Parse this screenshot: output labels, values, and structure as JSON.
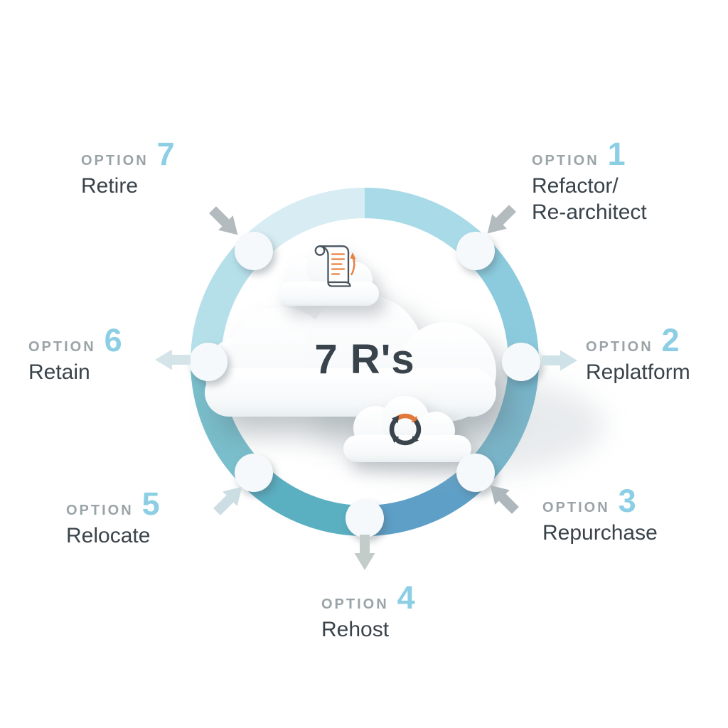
{
  "center": {
    "title": "7 R's"
  },
  "options": [
    {
      "prefix": "OPTION",
      "number": "1",
      "name_lines": [
        "Refactor/",
        "Re-architect"
      ],
      "arrow_color": "#b3bbbe"
    },
    {
      "prefix": "OPTION",
      "number": "2",
      "name_lines": [
        "Replatform"
      ],
      "arrow_color": "#cfe2e8"
    },
    {
      "prefix": "OPTION",
      "number": "3",
      "name_lines": [
        "Repurchase"
      ],
      "arrow_color": "#aeb7bb"
    },
    {
      "prefix": "OPTION",
      "number": "4",
      "name_lines": [
        "Rehost"
      ],
      "arrow_color": "#c3ccc8"
    },
    {
      "prefix": "OPTION",
      "number": "5",
      "name_lines": [
        "Relocate"
      ],
      "arrow_color": "#ccdde3"
    },
    {
      "prefix": "OPTION",
      "number": "6",
      "name_lines": [
        "Retain"
      ],
      "arrow_color": "#d5e4e8"
    },
    {
      "prefix": "OPTION",
      "number": "7",
      "name_lines": [
        "Retire"
      ],
      "arrow_color": "#b3bbbe"
    }
  ],
  "ring": {
    "node_color": "#f6f9fb",
    "segments": [
      {
        "color": "#a8dae8"
      },
      {
        "color": "#8bcbdd"
      },
      {
        "color": "#68b4cd"
      },
      {
        "color": "#5d9fc7"
      },
      {
        "color": "#5aafc1"
      },
      {
        "color": "#7abfcc"
      },
      {
        "color": "#b5dfe9"
      },
      {
        "color": "#d7ecf3"
      }
    ]
  },
  "palette": {
    "number_blue": "#8ccfe4",
    "label_gray": "#9aa4a7",
    "text_dark": "#39434b",
    "background": "#ffffff"
  },
  "icons": {
    "scroll": {
      "outline": "#4a5560",
      "accent": "#e8803f"
    },
    "cycle": {
      "dark": "#3a444c",
      "accent": "#e2793b"
    }
  }
}
